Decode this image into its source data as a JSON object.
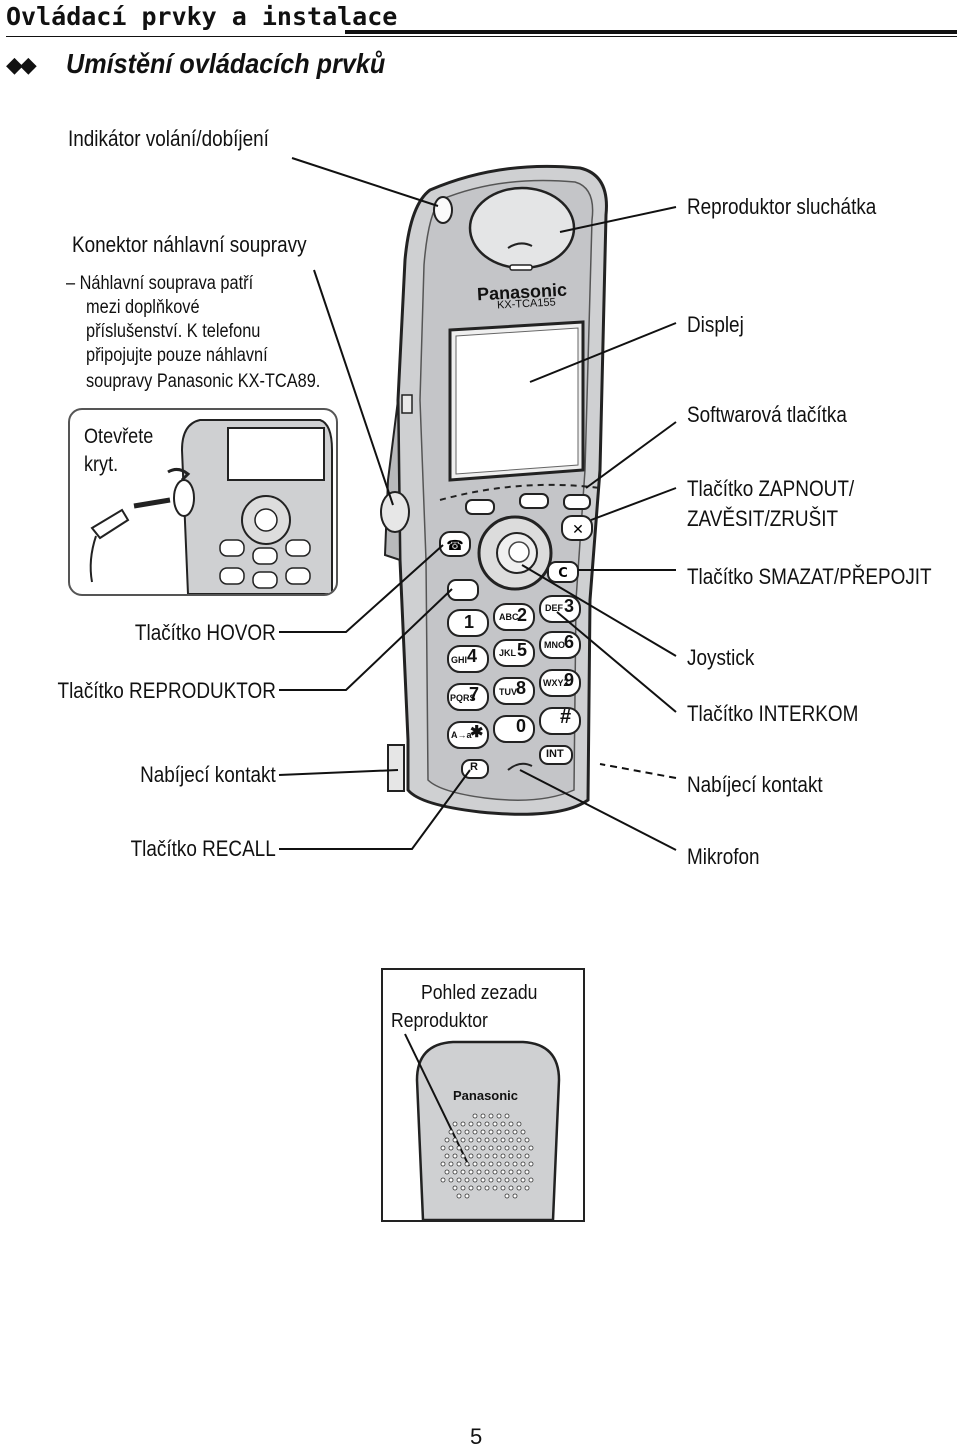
{
  "header": {
    "section_title": "Ovládací prvky a instalace",
    "subsection_title": "Umístění ovládacích prvků",
    "diamonds": "◆◆"
  },
  "phone": {
    "brand": "Panasonic",
    "model": "KX-TCA155",
    "keys": {
      "k1": "1",
      "k2": "2",
      "k3": "3",
      "k4": "4",
      "k5": "5",
      "k6": "6",
      "k7": "7",
      "k8": "8",
      "k9": "9",
      "k0": "0",
      "hash": "#",
      "abc": "ABC",
      "def": "DEF",
      "ghi": "GHI",
      "jkl": "JKL",
      "mno": "MNO",
      "pqrs": "PQRS",
      "tuv": "TUV",
      "wxyz": "WXYZ",
      "aa": "A→a",
      "star": "✱",
      "r": "R",
      "int": "INT",
      "c": "C"
    }
  },
  "labels_left": {
    "call_indicator": "Indikátor volání/dobíjení",
    "headset_connector": "Konektor náhlavní soupravy",
    "headset_note": [
      "– Náhlavní souprava patří",
      "mezi doplňkové",
      "příslušenství. K telefonu",
      "připojujte pouze náhlavní",
      "soupravy Panasonic KX-TCA89."
    ],
    "open_cover": [
      "Otevřete",
      "kryt."
    ],
    "talk_button": "Tlačítko HOVOR",
    "speaker_button": "Tlačítko REPRODUKTOR",
    "charge_contact": "Nabíjecí kontakt",
    "recall_button": "Tlačítko RECALL"
  },
  "labels_right": {
    "receiver": "Reproduktor sluchátka",
    "display": "Displej",
    "soft_keys": "Softwarová tlačítka",
    "power_button": [
      "Tlačítko ZAPNOUT/",
      "ZAVĚSIT/ZRUŠIT"
    ],
    "clear_button": "Tlačítko SMAZAT/PŘEPOJIT",
    "joystick": "Joystick",
    "intercom_button": "Tlačítko INTERKOM",
    "charge_contact": "Nabíjecí kontakt",
    "microphone": "Mikrofon"
  },
  "rear_view": {
    "title": "Pohled zezadu",
    "speaker": "Reproduktor",
    "brand": "Panasonic"
  },
  "page_number": "5"
}
